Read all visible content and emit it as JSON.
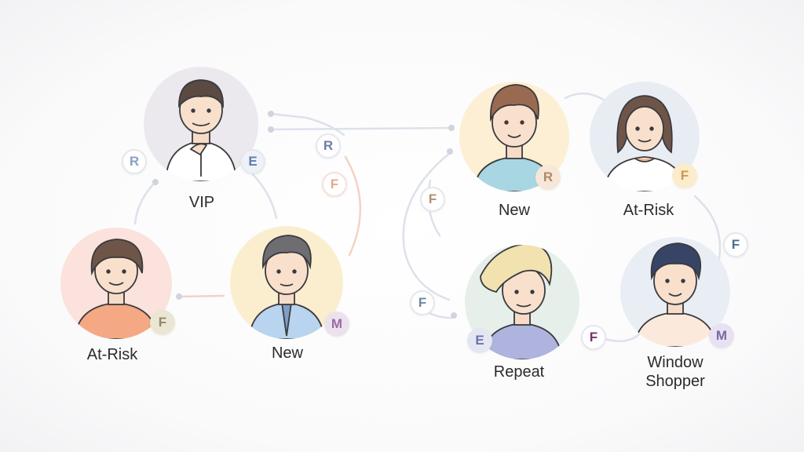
{
  "nodes": [
    {
      "id": "vip",
      "label": "VIP",
      "bg": "#ebe8ee",
      "shirt": "#ffffff",
      "hair": "#5a4a42"
    },
    {
      "id": "at-risk-left",
      "label": "At-Risk",
      "bg": "#fbe2dc",
      "shirt": "#f4a883",
      "hair": "#6e5548"
    },
    {
      "id": "new-left",
      "label": "New",
      "bg": "#fbeecf",
      "shirt": "#b8d4ee",
      "hair": "#6d6d72"
    },
    {
      "id": "new-right",
      "label": "New",
      "bg": "#fcefd4",
      "shirt": "#a9d6e3",
      "hair": "#9a6a50"
    },
    {
      "id": "at-risk-right",
      "label": "At-Risk",
      "bg": "#e8edf3",
      "shirt": "#ffffff",
      "hair": "#6e5548"
    },
    {
      "id": "repeat",
      "label": "Repeat",
      "bg": "#e6efe9",
      "shirt": "#aeb4de",
      "hair": "#f1e2b0"
    },
    {
      "id": "window-shopper",
      "label_line1": "Window",
      "label_line2": "Shopper",
      "bg": "#e9eef5",
      "shirt": "#fbeadc",
      "hair": "#384466"
    }
  ],
  "badges": [
    {
      "id": "vip-r",
      "letter": "R",
      "color": "#8aa1c2"
    },
    {
      "id": "vip-e",
      "letter": "E",
      "color": "#5a7fb0"
    },
    {
      "id": "float-r",
      "letter": "R",
      "color": "#6f7fa8"
    },
    {
      "id": "float-f1",
      "letter": "F",
      "color": "#e3a98a"
    },
    {
      "id": "atrisk-left-f",
      "letter": "F",
      "color": "#8f8a66"
    },
    {
      "id": "new-left-m",
      "letter": "M",
      "color": "#9c6aa6"
    },
    {
      "id": "float-f2",
      "letter": "F",
      "color": "#b09070"
    },
    {
      "id": "new-right-r",
      "letter": "R",
      "color": "#b08a68"
    },
    {
      "id": "atrisk-right-f",
      "letter": "F",
      "color": "#c99a52"
    },
    {
      "id": "float-f3",
      "letter": "F",
      "color": "#4f6f90"
    },
    {
      "id": "float-f4",
      "letter": "F",
      "color": "#6f86a6"
    },
    {
      "id": "repeat-e",
      "letter": "E",
      "color": "#6e74a8"
    },
    {
      "id": "float-f5",
      "letter": "F",
      "color": "#7a2f6a"
    },
    {
      "id": "window-m",
      "letter": "M",
      "color": "#7b66a6"
    }
  ]
}
